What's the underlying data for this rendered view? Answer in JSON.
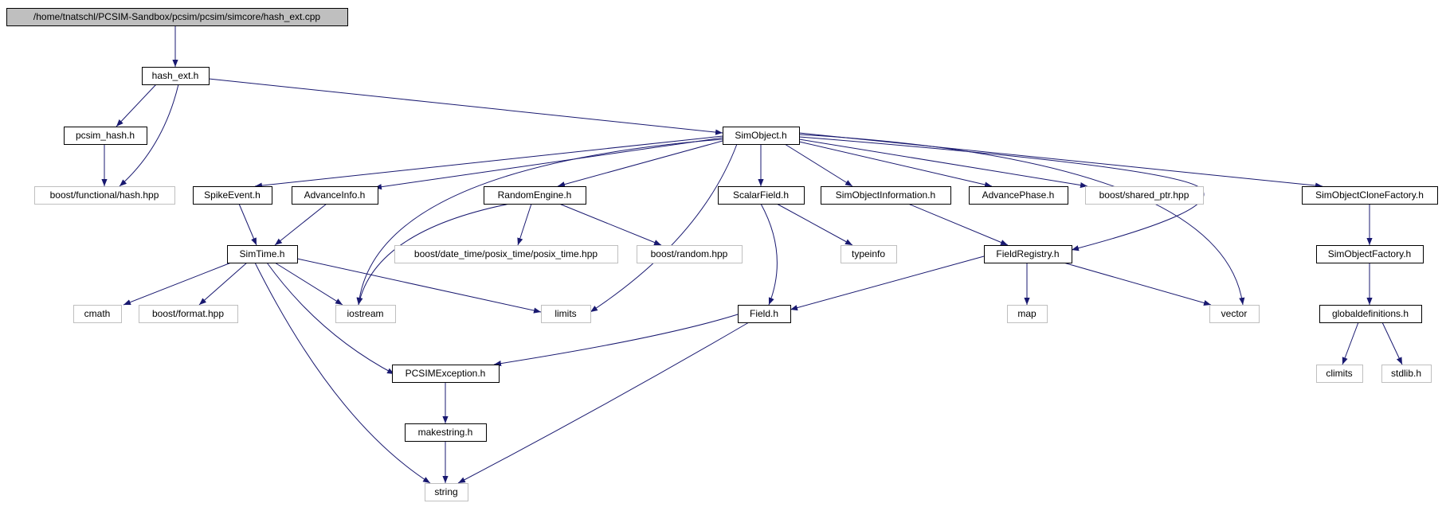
{
  "colors": {
    "edge": "#191970",
    "node_border": "#000000",
    "system_border": "#bfbfbf",
    "root_fill": "#bfbfbf",
    "node_fill": "#ffffff",
    "text": "#000000"
  },
  "nodes": {
    "root": {
      "label": "/home/tnatschl/PCSIM-Sandbox/pcsim/pcsim/simcore/hash_ext.cpp",
      "kind": "root"
    },
    "hash_ext": {
      "label": "hash_ext.h",
      "kind": "file"
    },
    "pcsim_hash": {
      "label": "pcsim_hash.h",
      "kind": "file"
    },
    "boost_hash": {
      "label": "boost/functional/hash.hpp",
      "kind": "system"
    },
    "simobject": {
      "label": "SimObject.h",
      "kind": "file"
    },
    "spikeevent": {
      "label": "SpikeEvent.h",
      "kind": "file"
    },
    "advanceinfo": {
      "label": "AdvanceInfo.h",
      "kind": "file"
    },
    "randomengine": {
      "label": "RandomEngine.h",
      "kind": "file"
    },
    "scalarfield": {
      "label": "ScalarField.h",
      "kind": "file"
    },
    "simobjinfo": {
      "label": "SimObjectInformation.h",
      "kind": "file"
    },
    "advancephase": {
      "label": "AdvancePhase.h",
      "kind": "file"
    },
    "shared_ptr": {
      "label": "boost/shared_ptr.hpp",
      "kind": "system"
    },
    "clonefactory": {
      "label": "SimObjectCloneFactory.h",
      "kind": "file"
    },
    "simtime": {
      "label": "SimTime.h",
      "kind": "file"
    },
    "posix_time": {
      "label": "boost/date_time/posix_time/posix_time.hpp",
      "kind": "system"
    },
    "boost_random": {
      "label": "boost/random.hpp",
      "kind": "system"
    },
    "typeinfo": {
      "label": "typeinfo",
      "kind": "system"
    },
    "fieldregistry": {
      "label": "FieldRegistry.h",
      "kind": "file"
    },
    "simobjfactory": {
      "label": "SimObjectFactory.h",
      "kind": "file"
    },
    "cmath": {
      "label": "cmath",
      "kind": "system"
    },
    "boost_format": {
      "label": "boost/format.hpp",
      "kind": "system"
    },
    "iostream": {
      "label": "iostream",
      "kind": "system"
    },
    "limits": {
      "label": "limits",
      "kind": "system"
    },
    "field": {
      "label": "Field.h",
      "kind": "file"
    },
    "map": {
      "label": "map",
      "kind": "system"
    },
    "vector": {
      "label": "vector",
      "kind": "system"
    },
    "globaldefs": {
      "label": "globaldefinitions.h",
      "kind": "file"
    },
    "pcsimexception": {
      "label": "PCSIMException.h",
      "kind": "file"
    },
    "climits": {
      "label": "climits",
      "kind": "system"
    },
    "stdlib": {
      "label": "stdlib.h",
      "kind": "system"
    },
    "makestring": {
      "label": "makestring.h",
      "kind": "file"
    },
    "string": {
      "label": "string",
      "kind": "system"
    }
  },
  "edges": [
    [
      "root",
      "hash_ext"
    ],
    [
      "hash_ext",
      "pcsim_hash"
    ],
    [
      "hash_ext",
      "boost_hash"
    ],
    [
      "hash_ext",
      "simobject"
    ],
    [
      "pcsim_hash",
      "boost_hash"
    ],
    [
      "simobject",
      "spikeevent"
    ],
    [
      "simobject",
      "advanceinfo"
    ],
    [
      "simobject",
      "iostream"
    ],
    [
      "simobject",
      "randomengine"
    ],
    [
      "simobject",
      "limits"
    ],
    [
      "simobject",
      "scalarfield"
    ],
    [
      "simobject",
      "simobjinfo"
    ],
    [
      "simobject",
      "advancephase"
    ],
    [
      "simobject",
      "shared_ptr"
    ],
    [
      "simobject",
      "fieldregistry"
    ],
    [
      "simobject",
      "vector"
    ],
    [
      "simobject",
      "clonefactory"
    ],
    [
      "spikeevent",
      "simtime"
    ],
    [
      "advanceinfo",
      "simtime"
    ],
    [
      "randomengine",
      "iostream"
    ],
    [
      "randomengine",
      "posix_time"
    ],
    [
      "randomengine",
      "boost_random"
    ],
    [
      "scalarfield",
      "typeinfo"
    ],
    [
      "scalarfield",
      "field"
    ],
    [
      "simobjinfo",
      "fieldregistry"
    ],
    [
      "clonefactory",
      "simobjfactory"
    ],
    [
      "simtime",
      "cmath"
    ],
    [
      "simtime",
      "boost_format"
    ],
    [
      "simtime",
      "iostream"
    ],
    [
      "simtime",
      "limits"
    ],
    [
      "simtime",
      "pcsimexception"
    ],
    [
      "simtime",
      "string"
    ],
    [
      "fieldregistry",
      "field"
    ],
    [
      "fieldregistry",
      "map"
    ],
    [
      "fieldregistry",
      "vector"
    ],
    [
      "simobjfactory",
      "globaldefs"
    ],
    [
      "field",
      "pcsimexception"
    ],
    [
      "field",
      "string"
    ],
    [
      "globaldefs",
      "climits"
    ],
    [
      "globaldefs",
      "stdlib"
    ],
    [
      "pcsimexception",
      "makestring"
    ],
    [
      "makestring",
      "string"
    ]
  ]
}
